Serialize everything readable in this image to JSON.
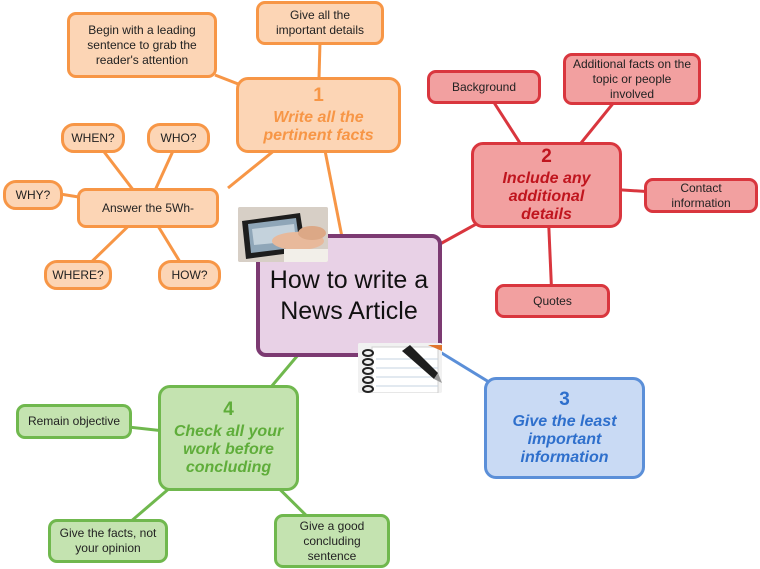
{
  "center": {
    "title": "How to write a News Article"
  },
  "branches": {
    "b1": {
      "number": "1",
      "title": "Write all the pertinent facts"
    },
    "b2": {
      "number": "2",
      "title": "Include any additional details"
    },
    "b3": {
      "number": "3",
      "title": "Give the least important information"
    },
    "b4": {
      "number": "4",
      "title": "Check all your work before concluding"
    }
  },
  "leaves": {
    "leading_sentence": "Begin with a leading sentence to grab the reader's attention",
    "important_details": "Give all the important details",
    "five_w": "Answer the 5Wh-",
    "when": "WHEN?",
    "who": "WHO?",
    "why": "WHY?",
    "where": "WHERE?",
    "how": "HOW?",
    "background": "Background",
    "additional_facts": "Additional facts on the topic or people involved",
    "contact_info": "Contact information",
    "quotes": "Quotes",
    "remain_objective": "Remain objective",
    "facts_not_opinion": "Give the facts, not your opinion",
    "concluding_sentence": "Give a good concluding sentence"
  },
  "colors": {
    "orange": "#f79646",
    "red": "#d9363e",
    "blue": "#5b8fd8",
    "green": "#70b84e",
    "center_border": "#7c3a72"
  },
  "images": [
    "tablet-typing-photo",
    "notebook-pen-photo"
  ]
}
